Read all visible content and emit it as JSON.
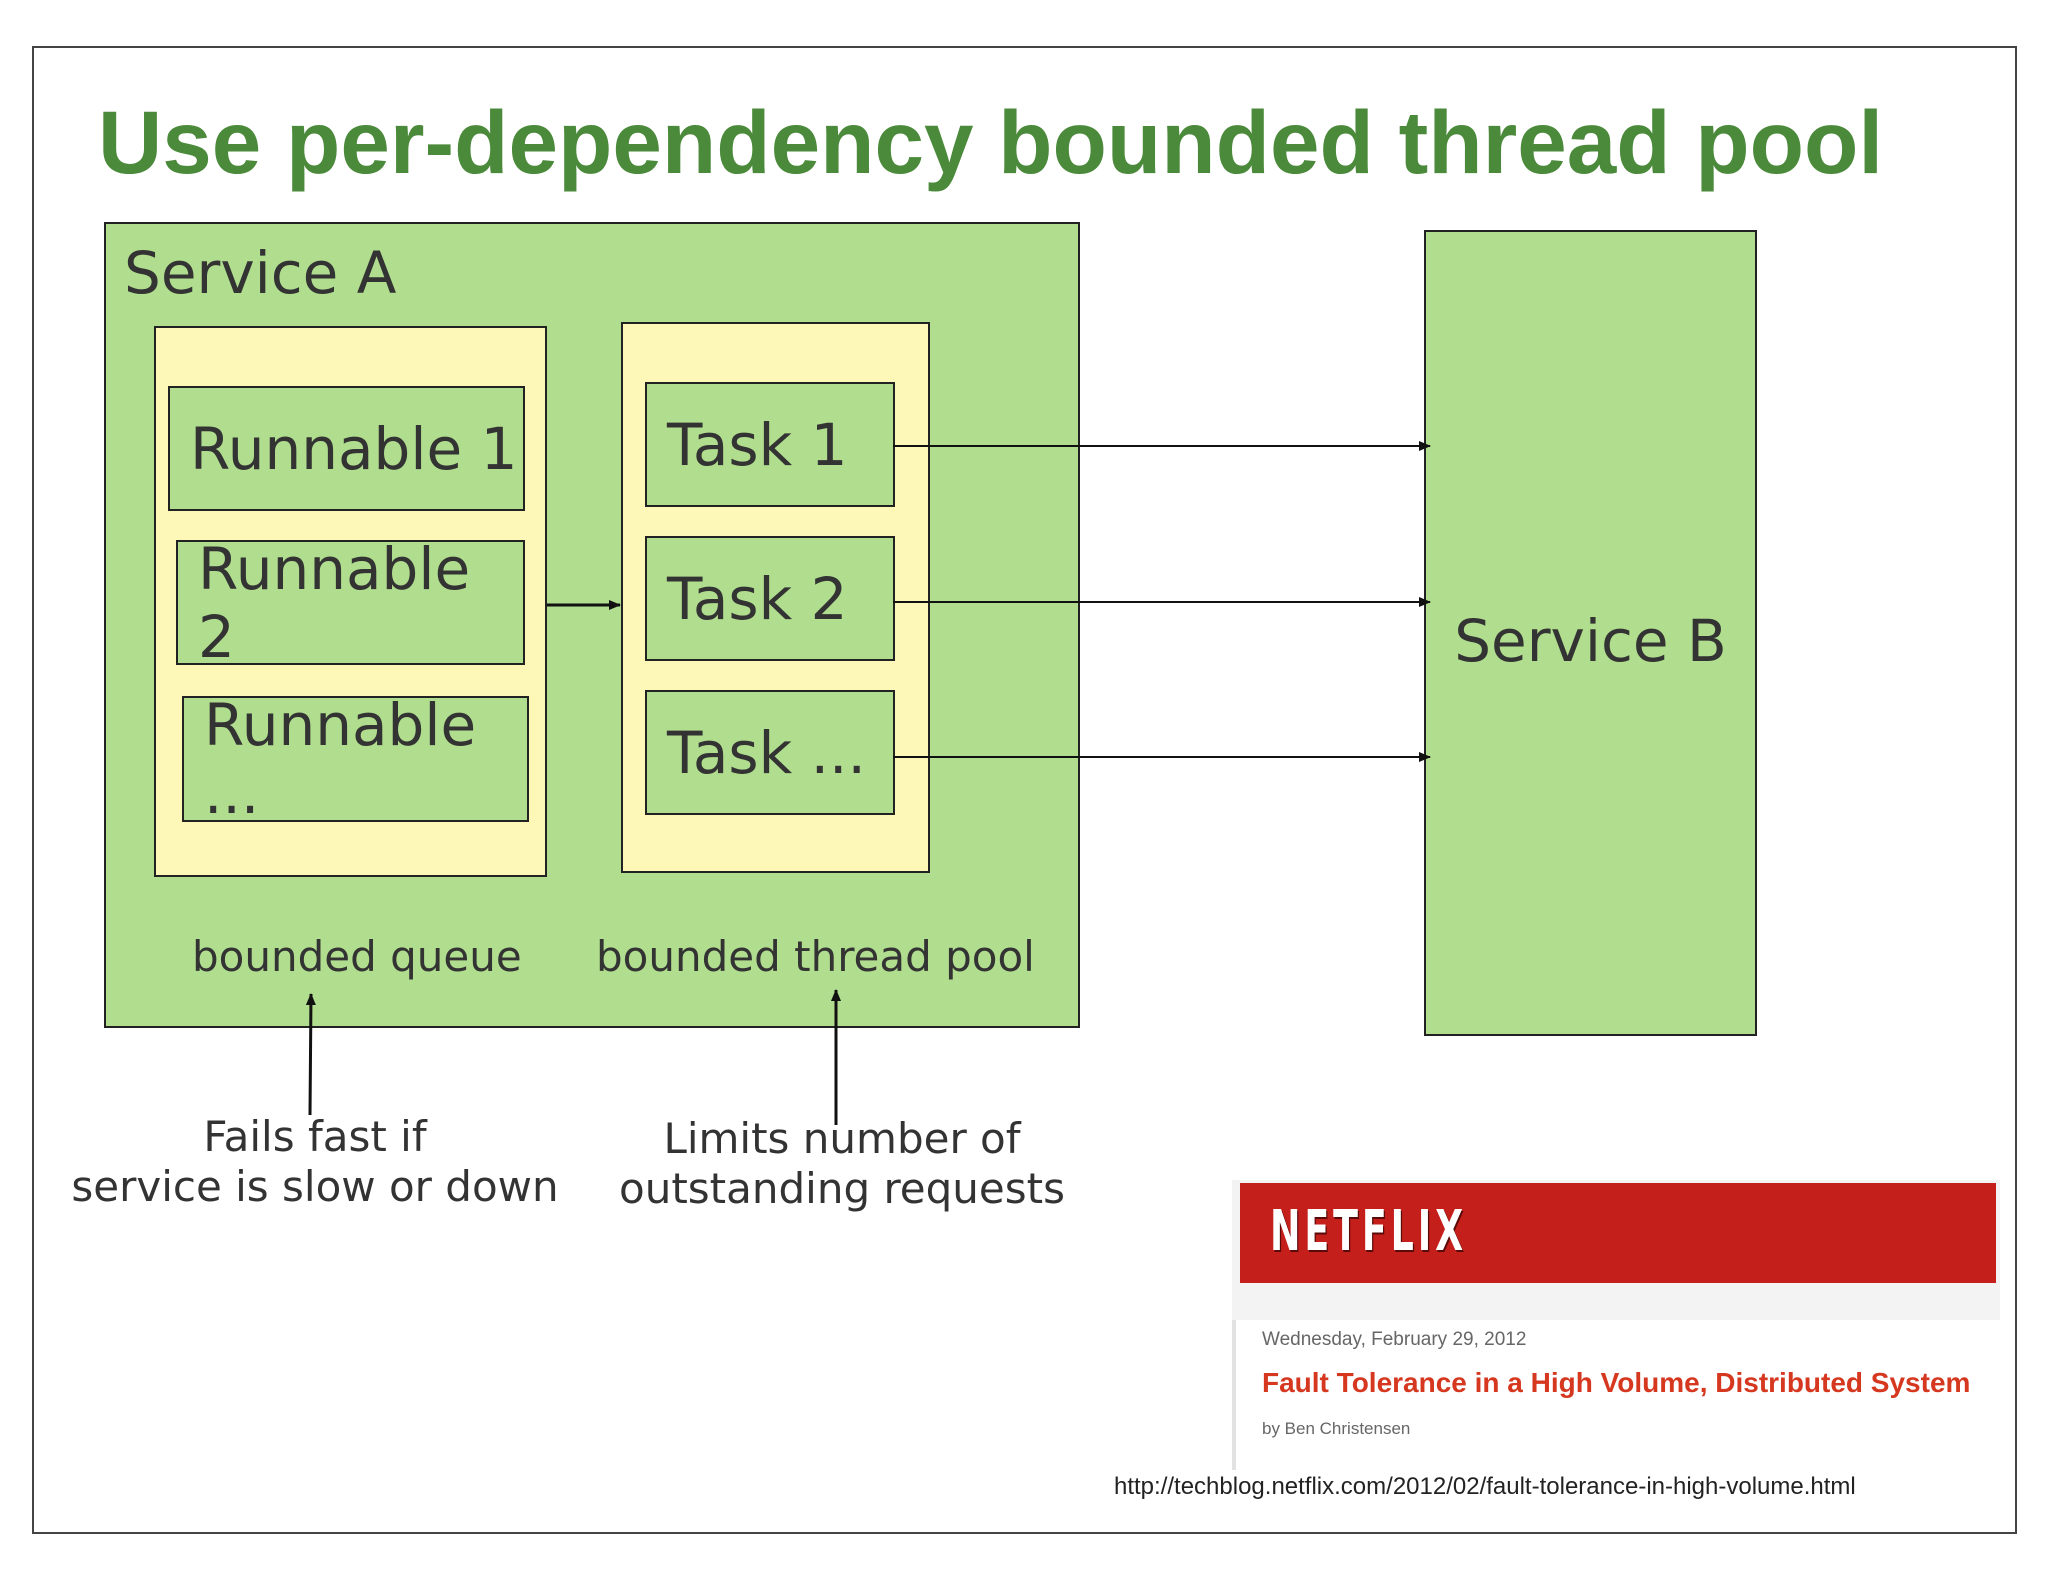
{
  "title": "Use per-dependency bounded thread pool",
  "service_a": {
    "label": "Service A",
    "queue": {
      "items": [
        "Runnable 1",
        "Runnable 2",
        "Runnable ..."
      ],
      "caption": "bounded queue"
    },
    "pool": {
      "items": [
        "Task 1",
        "Task 2",
        "Task ..."
      ],
      "caption": "bounded thread pool"
    }
  },
  "service_b": {
    "label": "Service B"
  },
  "annotations": {
    "queue_note": [
      "Fails fast if",
      "service is slow or down"
    ],
    "pool_note": [
      "Limits number of",
      "outstanding requests"
    ]
  },
  "netflix_clipping": {
    "logo": "NETFLIX",
    "date": "Wednesday, February 29, 2012",
    "article_title": "Fault Tolerance in a High Volume, Distributed System",
    "author": "by Ben Christensen",
    "url": "http://techblog.netflix.com/2012/02/fault-tolerance-in-high-volume.html"
  },
  "colors": {
    "title_green": "#4a8a3a",
    "box_green": "#b0dd8e",
    "box_yellow": "#fdf8b8",
    "netflix_red": "#c41f1a",
    "article_red": "#d5371f"
  }
}
